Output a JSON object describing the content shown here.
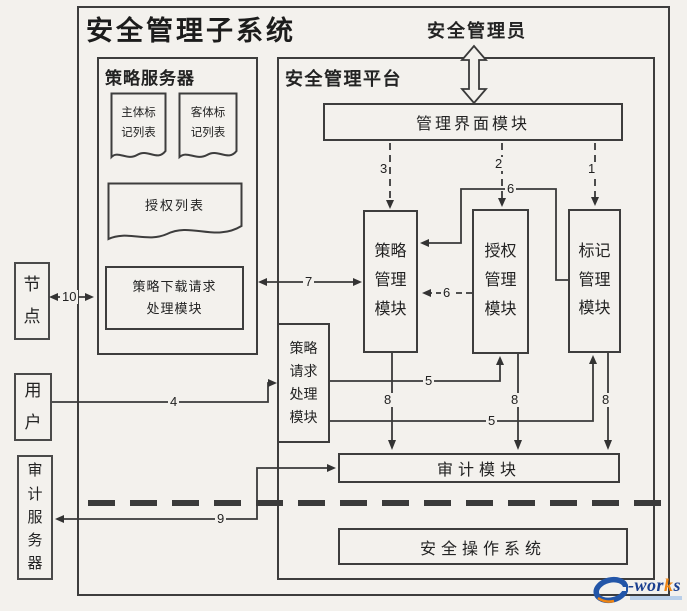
{
  "title": "安全管理子系统",
  "actor": "安全管理员",
  "policy_server": {
    "label": "策略服务器",
    "subject_list": "主体标记列表",
    "object_list": "客体标记列表",
    "auth_list": "授权列表",
    "download_module": "策略下载请求处理模块"
  },
  "platform": {
    "label": "安全管理平台",
    "ui_module": "管理界面模块",
    "policy_module": "策略管理模块",
    "auth_module": "授权管理模块",
    "label_module": "标记管理模块",
    "request_module": "策略请求处理模块",
    "audit_module": "审计模块",
    "os": "安全操作系统"
  },
  "externals": {
    "node": "节点",
    "user": "用户",
    "audit_server": "审计服务器"
  },
  "edge_labels": {
    "n1": "1",
    "n2": "2",
    "n3": "3",
    "n4": "4",
    "n5a": "5",
    "n5b": "5",
    "n6a": "6",
    "n6b": "6",
    "n7": "7",
    "n8a": "8",
    "n8b": "8",
    "n8c": "8",
    "n9": "9",
    "n10": "10"
  },
  "logo": {
    "name": "e-works",
    "wor": "-wor",
    "k": "k",
    "s": "s"
  },
  "colors": {
    "line": "#3a3a3a",
    "bg": "#f3f1ed",
    "logo_blue": "#2356a8",
    "logo_dark_blue": "#1b3f8f",
    "logo_orange": "#ee8412"
  }
}
